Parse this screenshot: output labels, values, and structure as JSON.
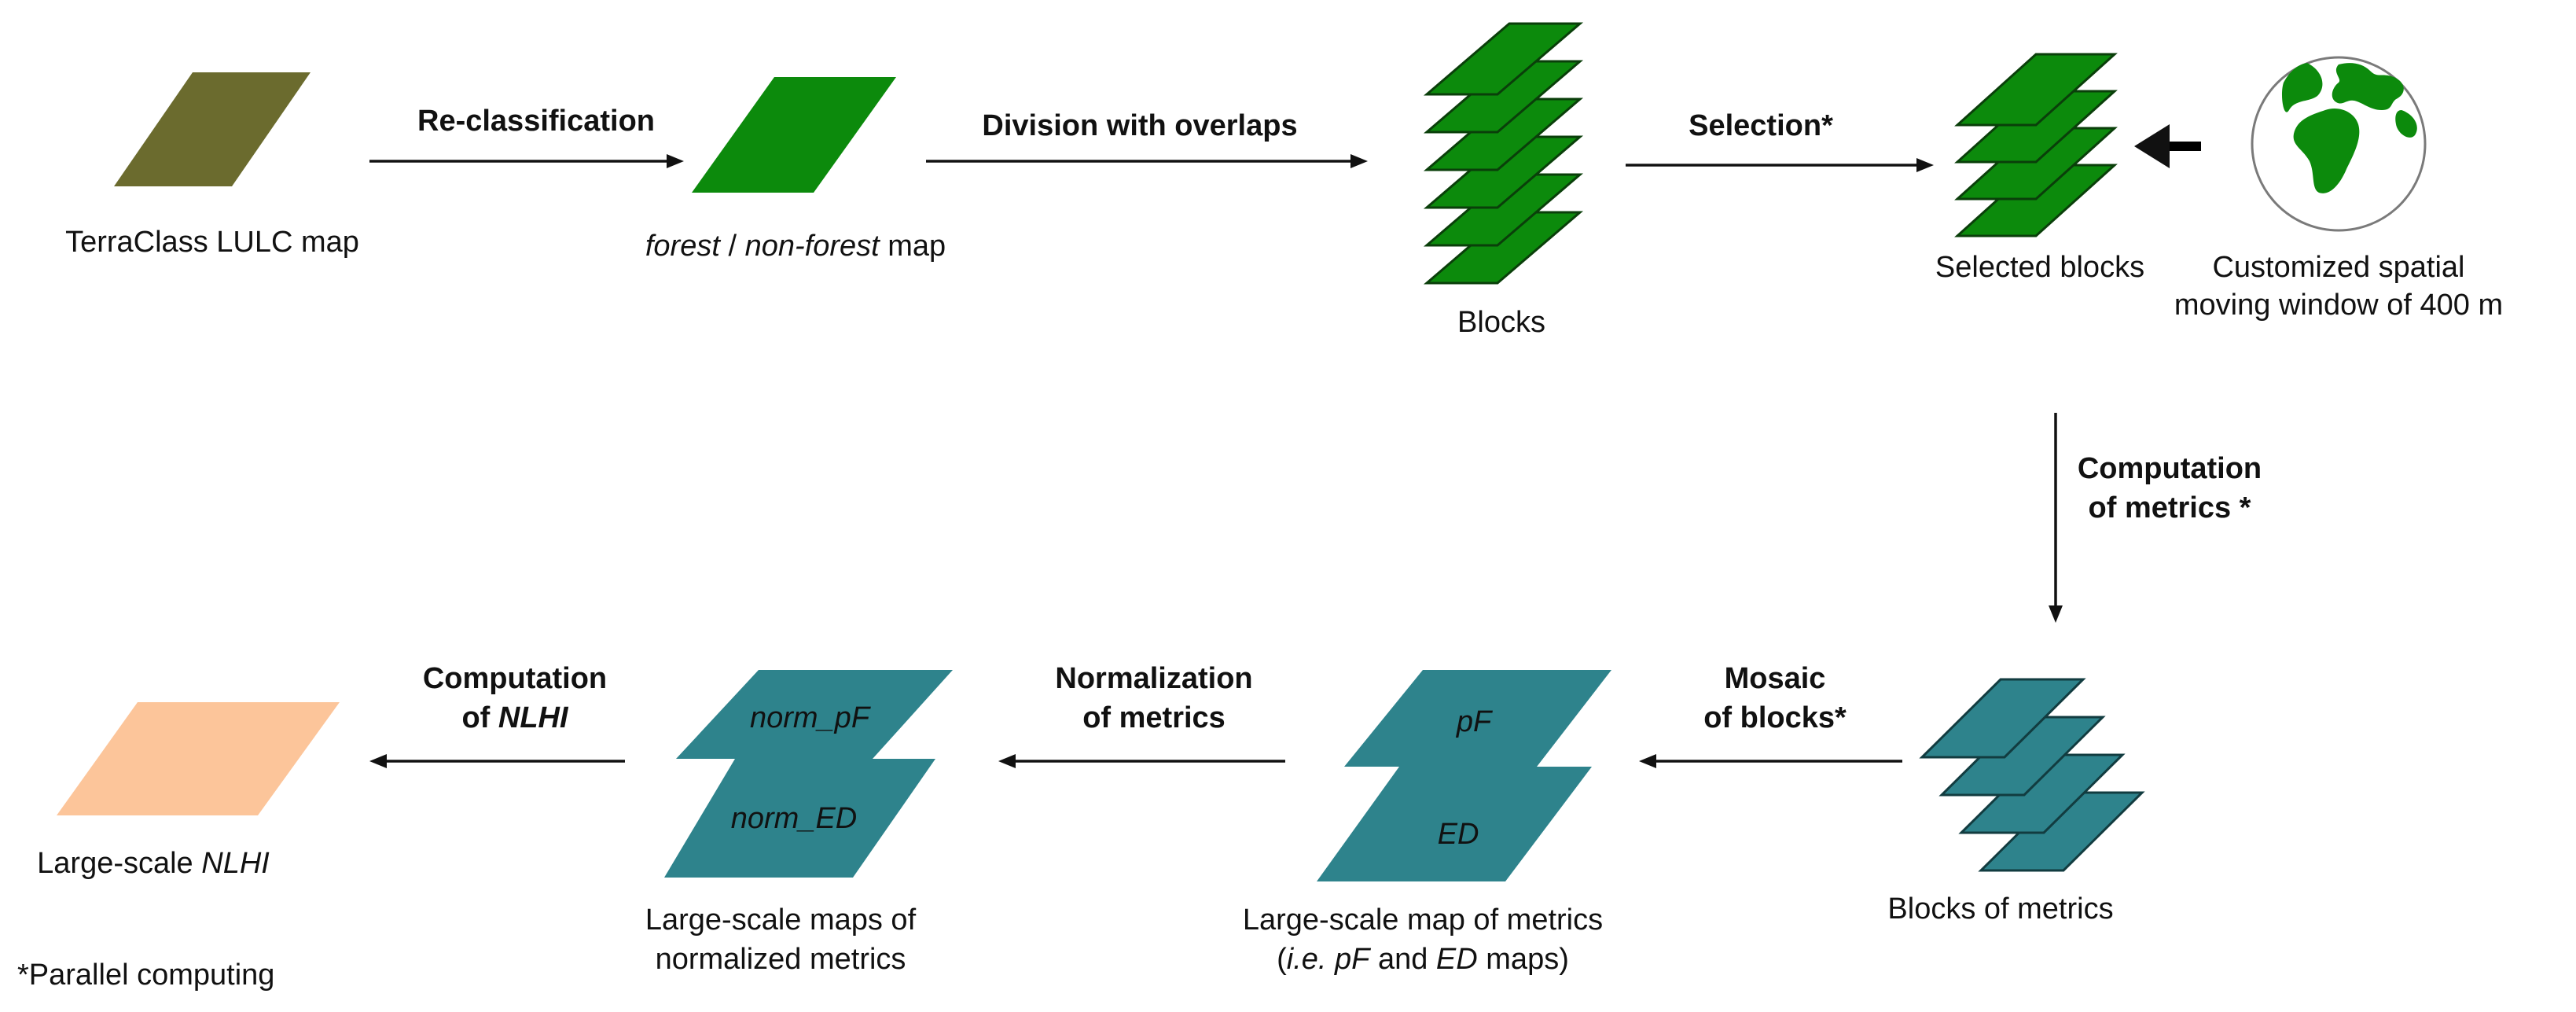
{
  "nodes": {
    "terraclass": {
      "label": "TerraClass LULC map",
      "color": "#6b6b2e"
    },
    "forest_map": {
      "label_italic_1": "forest",
      "label_sep": " / ",
      "label_italic_2": "non-forest",
      "label_suffix": " map",
      "color": "#0c8a0c"
    },
    "blocks": {
      "label": "Blocks",
      "color": "#0c8a0c"
    },
    "selected_blocks": {
      "label": "Selected blocks",
      "color": "#0c8a0c"
    },
    "moving_window": {
      "label_line1": "Customized spatial",
      "label_line2": "moving window of 400 m"
    },
    "blocks_of_metrics": {
      "label": "Blocks of metrics",
      "color": "#2e838c"
    },
    "large_scale_metrics": {
      "top_label": "pF",
      "bottom_label": "ED",
      "label_line1": "Large-scale map of metrics",
      "label_line2_italic_1": "i.e. pF",
      "label_line2_prefix": "(",
      "label_line2_mid": " and ",
      "label_line2_italic_2": "ED",
      "label_line2_suffix": " maps)",
      "color": "#2e838c"
    },
    "normalized_maps": {
      "top_label": "norm_pF",
      "bottom_label": "norm_ED",
      "label_line1": "Large-scale maps of",
      "label_line2": "normalized metrics",
      "color": "#2e838c"
    },
    "nlhi": {
      "label_prefix": "Large-scale ",
      "label_italic": "NLHI",
      "color": "#fcc59a"
    }
  },
  "edges": {
    "reclassification": "Re-classification",
    "division": "Division with overlaps",
    "selection": "Selection*",
    "computation_metrics_line1": "Computation",
    "computation_metrics_line2": "of metrics *",
    "mosaic_line1": "Mosaic",
    "mosaic_line2": "of blocks*",
    "normalization_line1": "Normalization",
    "normalization_line2": "of metrics",
    "computation_nlhi_line1": "Computation",
    "computation_nlhi_line2_prefix": "of ",
    "computation_nlhi_line2_italic": "NLHI"
  },
  "footnote": "*Parallel computing"
}
